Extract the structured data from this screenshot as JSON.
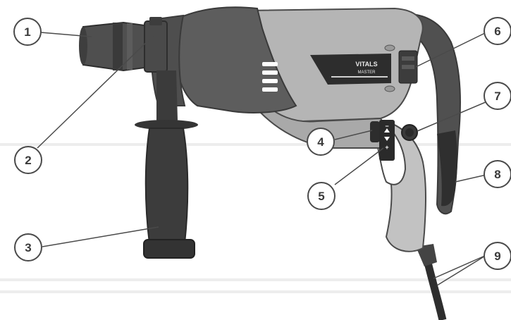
{
  "diagram": {
    "callouts": [
      {
        "id": "1",
        "label": "1"
      },
      {
        "id": "2",
        "label": "2"
      },
      {
        "id": "3",
        "label": "3"
      },
      {
        "id": "4",
        "label": "4"
      },
      {
        "id": "5",
        "label": "5"
      },
      {
        "id": "6",
        "label": "6"
      },
      {
        "id": "7",
        "label": "7"
      },
      {
        "id": "8",
        "label": "8"
      },
      {
        "id": "9",
        "label": "9"
      }
    ],
    "brand": {
      "logo": "VITALS",
      "line": "MASTER"
    },
    "speed_marks": {
      "minus": "−",
      "plus": "+"
    },
    "colors": {
      "dark_body": "#5d5d5d",
      "light_body": "#b3b3b3",
      "handle_dark": "#3c3c3c",
      "outline": "#4a4a4a",
      "background": "#ffffff"
    }
  }
}
